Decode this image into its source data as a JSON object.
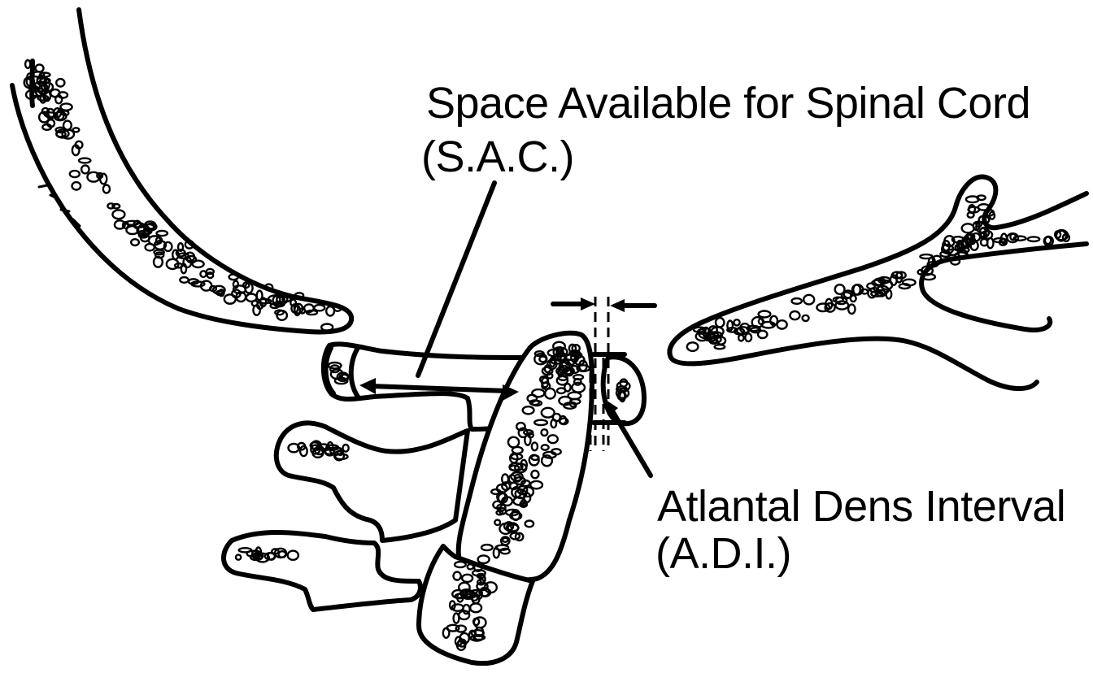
{
  "labels": {
    "sac_title": "Space Available for Spinal Cord",
    "sac_abbr": "(S.A.C.)",
    "adi_title": "Atlantal Dens Interval",
    "adi_abbr": "(A.D.I.)"
  },
  "colors": {
    "ink": "#000000",
    "paper": "#ffffff"
  }
}
